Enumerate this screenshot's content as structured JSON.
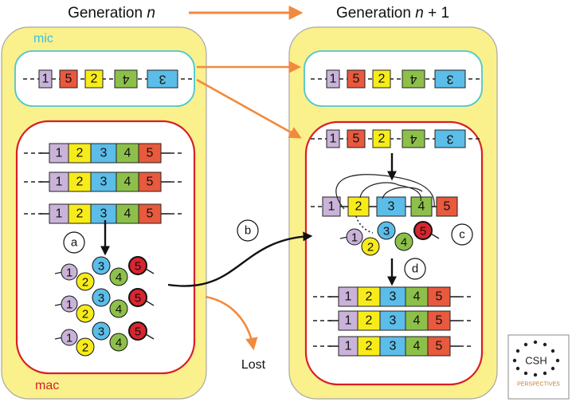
{
  "header": {
    "gen_n_prefix": "Generation ",
    "gen_n_var": "n",
    "gen_n1_prefix": "Generation ",
    "gen_n1_var": "n",
    "gen_n1_suffix": " + 1"
  },
  "cell_labels": {
    "mic": "mic",
    "mac": "mac"
  },
  "segments": {
    "s1": "1",
    "s2": "2",
    "s3": "3",
    "s4": "4",
    "s5": "5"
  },
  "steps": {
    "a": "a",
    "b": "b",
    "c": "c",
    "d": "d"
  },
  "lost_label": "Lost",
  "logo": {
    "line1": "CSH",
    "line2": "PERSPECTIVES"
  },
  "colors": {
    "seg1": "#c9b3d9",
    "seg2": "#f7ec1a",
    "seg3": "#5bbde8",
    "seg4": "#8dc04a",
    "seg5": "#e8593d",
    "bead5": "#d7262e",
    "cell_fill": "#faf08c",
    "cell_border": "#a8a8a8",
    "mic_border": "#4cc7d1",
    "mac_border": "#d71f26",
    "arrow_orange": "#f28a3c",
    "mic_label": "#3bbfe0",
    "mac_label": "#d71f26"
  }
}
